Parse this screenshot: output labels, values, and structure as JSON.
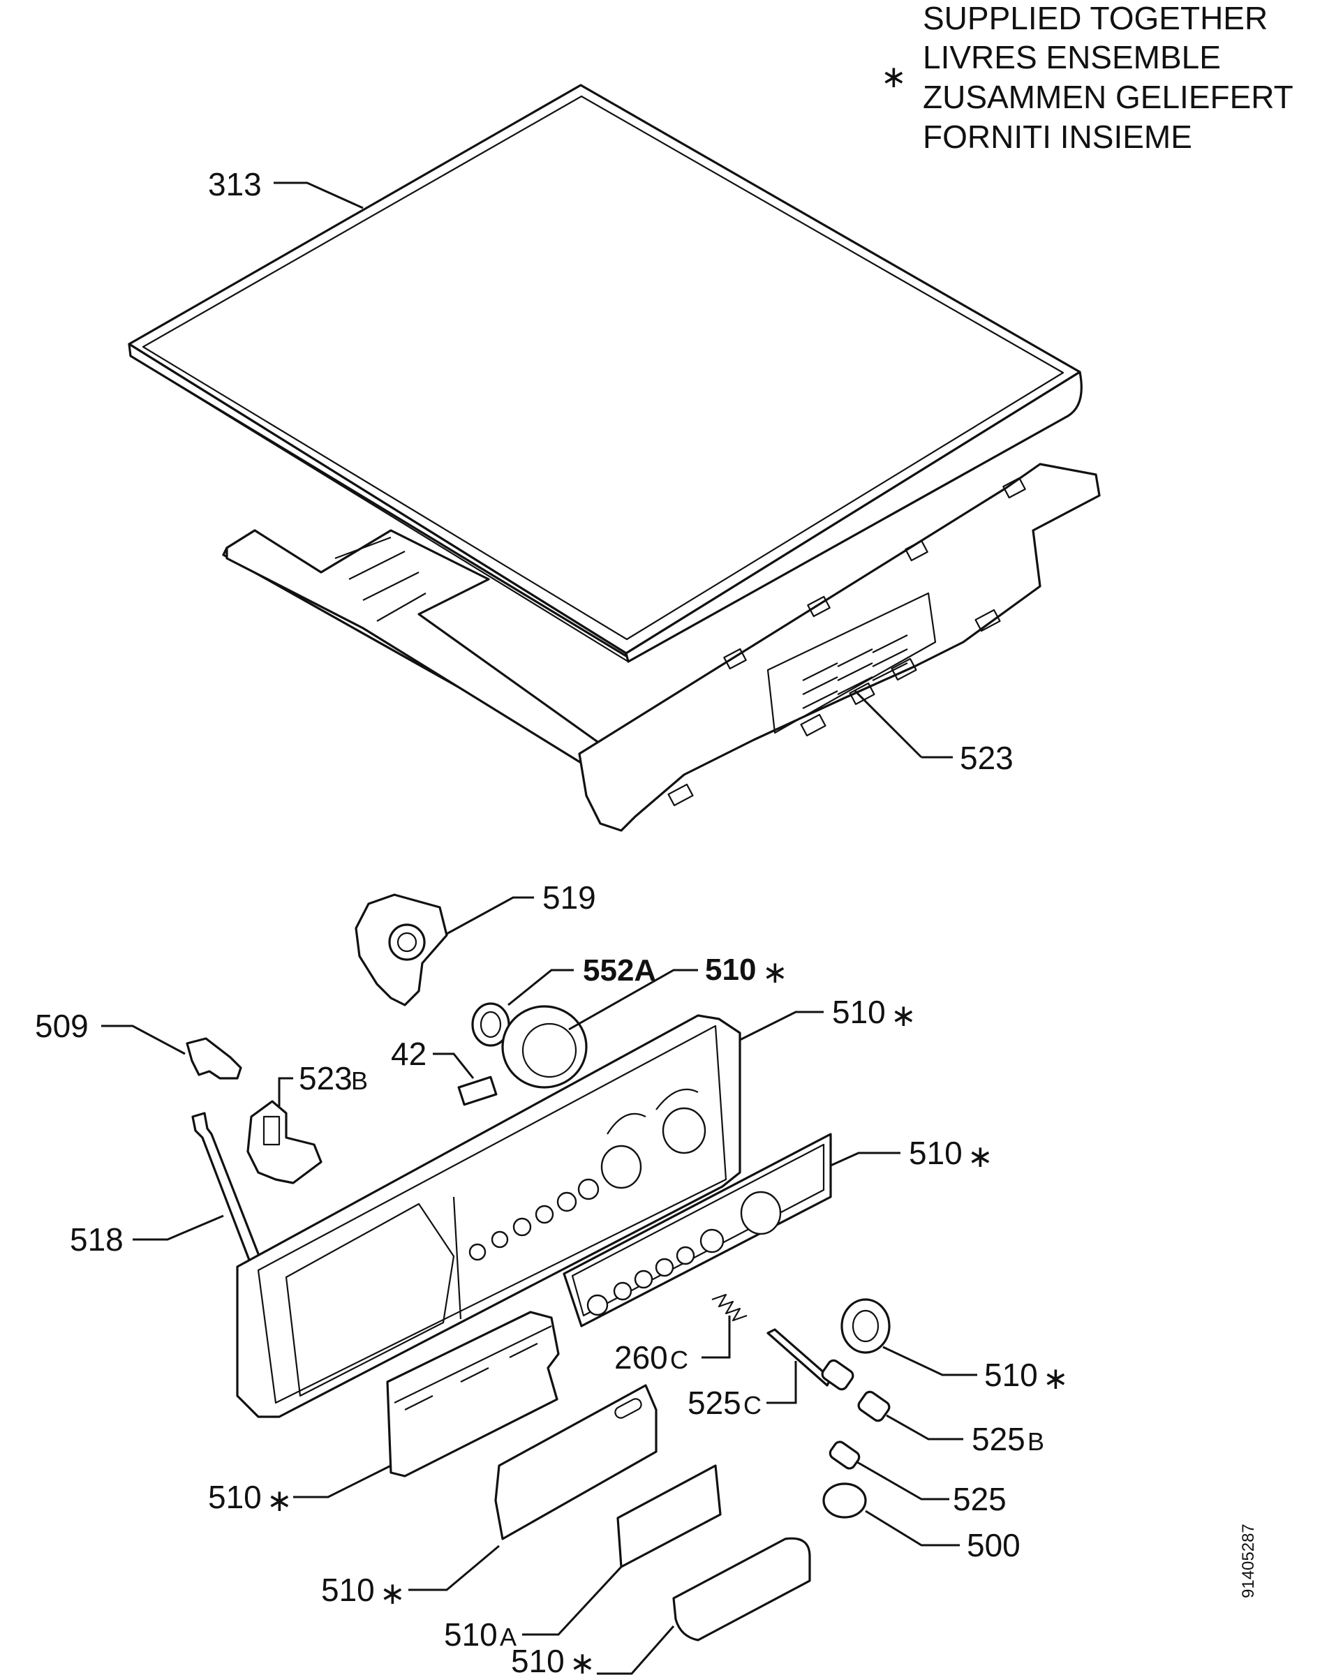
{
  "legend": {
    "asterisk": "∗",
    "lines": [
      "SUPPLIED TOGETHER",
      "LIVRES ENSEMBLE",
      "ZUSAMMEN GELIEFERT",
      "FORNITI INSIEME"
    ]
  },
  "document_number": "91405287",
  "parts": {
    "p313": "313",
    "p523": "523",
    "p519": "519",
    "p552a": "552A",
    "p510_knob_top": {
      "num": "510",
      "mark": "∗"
    },
    "p510_panel": {
      "num": "510",
      "mark": "∗"
    },
    "p509": "509",
    "p42": "42",
    "p523b": {
      "num": "523",
      "suffix": "B"
    },
    "p510_facia": {
      "num": "510",
      "mark": "∗"
    },
    "p518": "518",
    "p260c": {
      "num": "260",
      "suffix": "C"
    },
    "p525c": {
      "num": "525",
      "suffix": "C"
    },
    "p510_knob_right": {
      "num": "510",
      "mark": "∗"
    },
    "p525b": {
      "num": "525",
      "suffix": "B"
    },
    "p525": "525",
    "p500": "500",
    "p510_drawer": {
      "num": "510",
      "mark": "∗"
    },
    "p510_flap": {
      "num": "510",
      "mark": "∗"
    },
    "p510a": {
      "num": "510",
      "suffix": "A"
    },
    "p510_bottom": {
      "num": "510",
      "mark": "∗"
    }
  }
}
